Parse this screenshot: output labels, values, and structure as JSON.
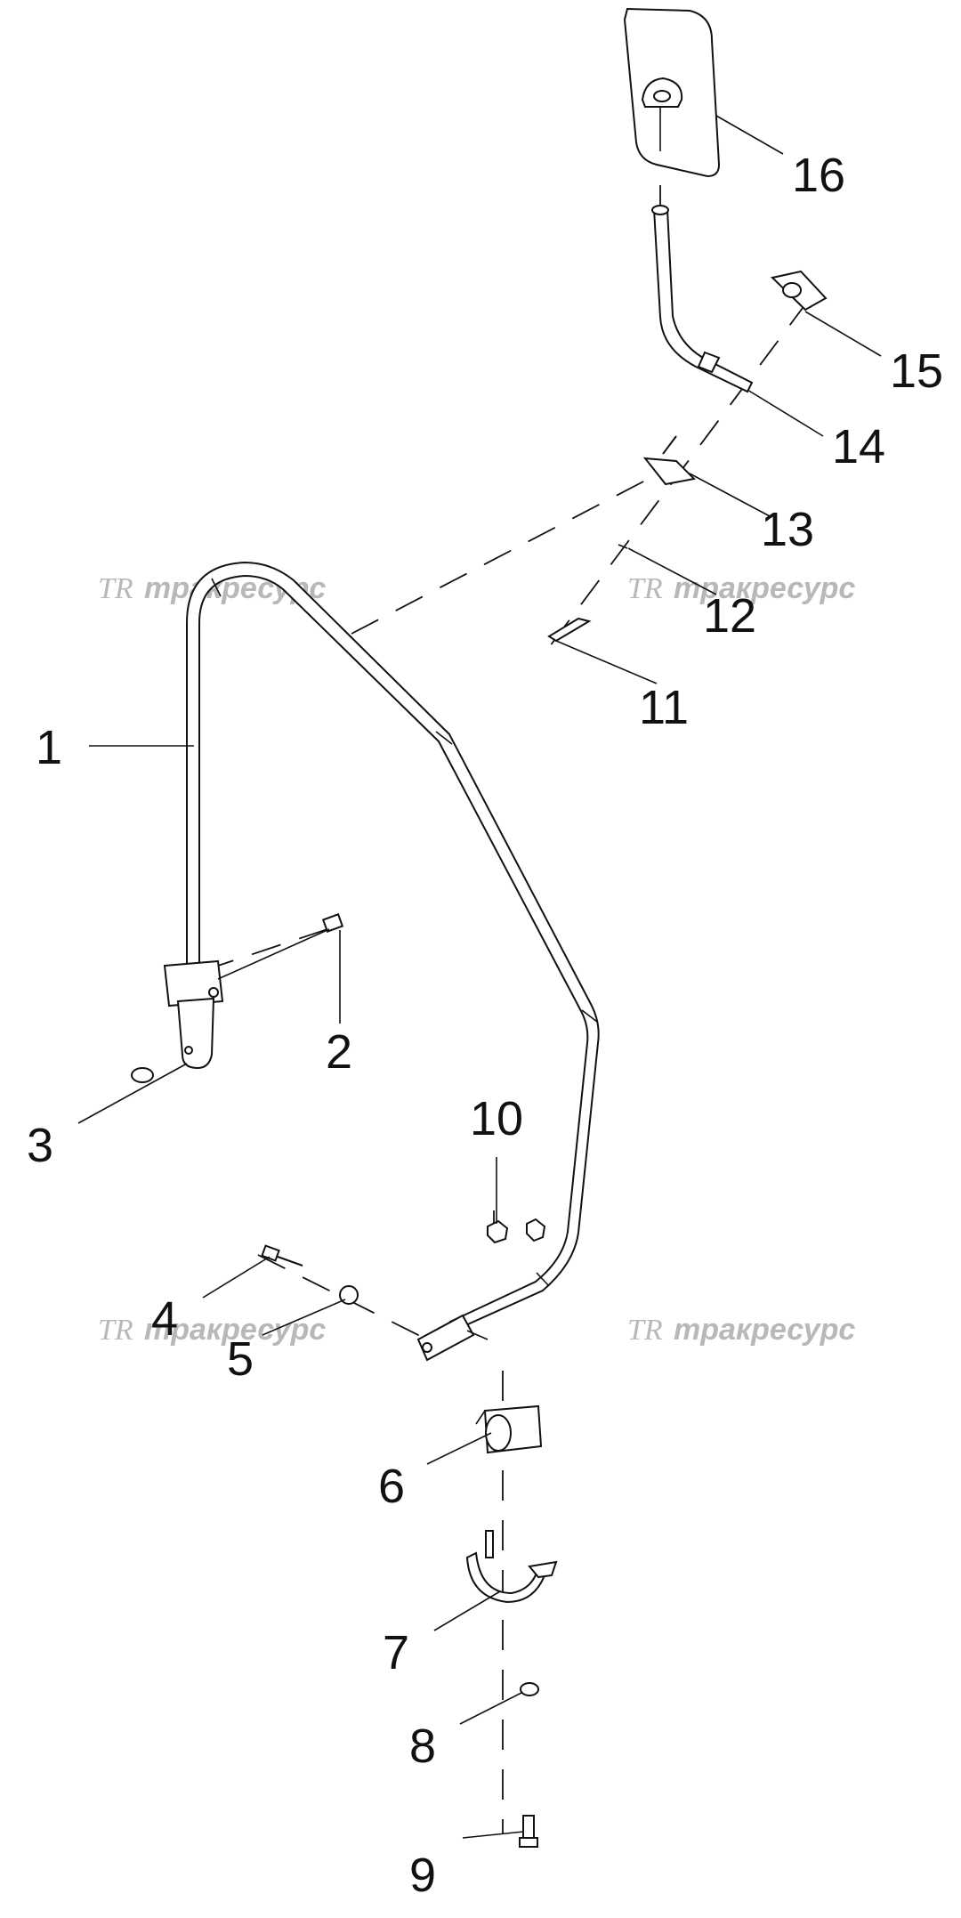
{
  "diagram": {
    "callouts": [
      {
        "id": "1",
        "label": "1"
      },
      {
        "id": "2",
        "label": "2"
      },
      {
        "id": "3",
        "label": "3"
      },
      {
        "id": "4",
        "label": "4"
      },
      {
        "id": "5",
        "label": "5"
      },
      {
        "id": "6",
        "label": "6"
      },
      {
        "id": "7",
        "label": "7"
      },
      {
        "id": "8",
        "label": "8"
      },
      {
        "id": "9",
        "label": "9"
      },
      {
        "id": "10",
        "label": "10"
      },
      {
        "id": "11",
        "label": "11"
      },
      {
        "id": "12",
        "label": "12"
      },
      {
        "id": "13",
        "label": "13"
      },
      {
        "id": "14",
        "label": "14"
      },
      {
        "id": "15",
        "label": "15"
      },
      {
        "id": "16",
        "label": "16"
      }
    ],
    "watermark": {
      "logo": "TR",
      "text": "тракресурс"
    }
  }
}
